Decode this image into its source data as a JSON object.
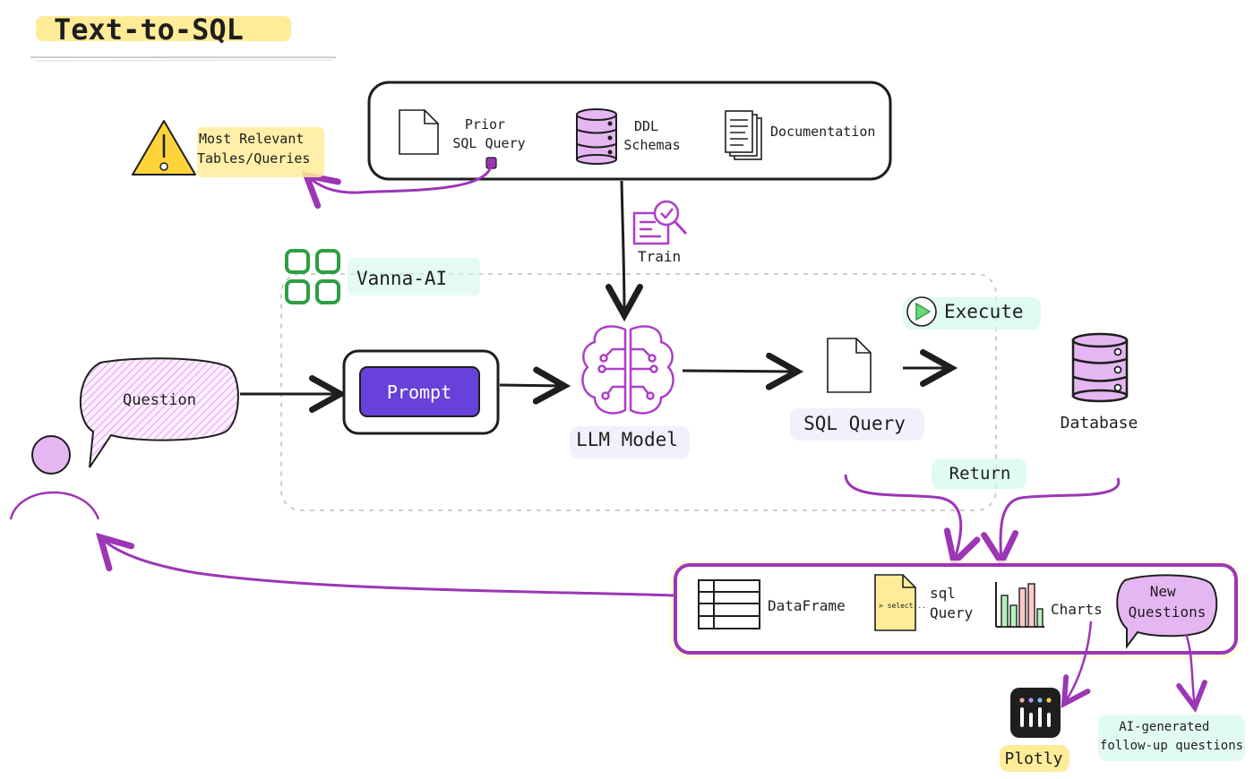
{
  "title": "Text-to-SQL",
  "sources": {
    "prior_query": "Prior\nSQL Query",
    "ddl": "DDL\nSchemas",
    "documentation": "Documentation"
  },
  "relevant_note": "Most Relevant\nTables/Queries",
  "train_label": "Train",
  "vanna_label": "Vanna-AI",
  "question_label": "Question",
  "prompt_label": "Prompt",
  "llm_label": "LLM Model",
  "sql_query_label": "SQL Query",
  "execute_label": "Execute",
  "database_label": "Database",
  "return_label": "Return",
  "outputs": {
    "dataframe": "DataFrame",
    "sql_doc_text": "> select...",
    "sql_query": "sql\nQuery",
    "charts": "Charts",
    "new_questions": "New\nQuestions"
  },
  "plotly_label": "Plotly",
  "followup_label": "AI-generated\nfollow-up questions",
  "colors": {
    "purple": "#9c36b5",
    "prompt_fill": "#6741d9",
    "lavender": "#e5b7f2",
    "yellow_highlight": "#ffec99",
    "green_highlight": "#d3f9e8",
    "green": "#2f9e44",
    "ink": "#1e1e1e"
  }
}
